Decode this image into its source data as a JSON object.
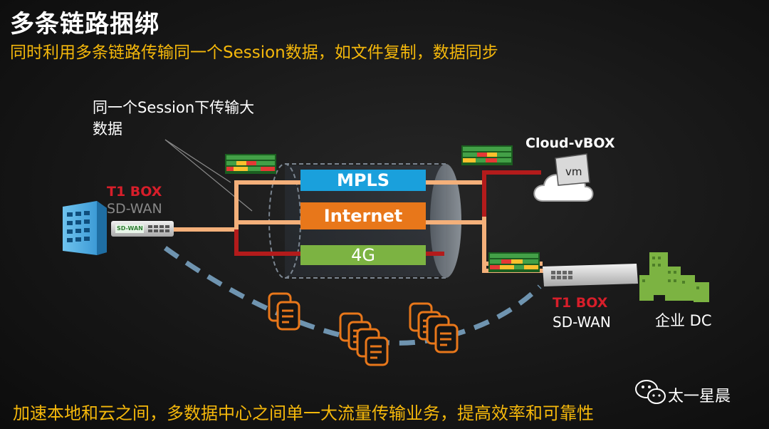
{
  "title": "多条链路捆绑",
  "subtitle": "同时利用多条链路传输同一个Session数据，如文件复制，数据同步",
  "note": "同一个Session下传输大数据",
  "left_box": {
    "name": "T1 BOX",
    "sub": "SD-WAN",
    "device_label": "SD-WAN"
  },
  "right_box": {
    "name": "T1 BOX",
    "sub": "SD-WAN"
  },
  "paths": [
    {
      "label": "MPLS",
      "color": "#1aa0dc"
    },
    {
      "label": "Internet",
      "color": "#e8771a"
    },
    {
      "label": "4G",
      "color": "#7cb342"
    }
  ],
  "cloud": {
    "label": "Cloud-vBOX",
    "vm": "vm"
  },
  "datacenter": {
    "label": "企业 DC"
  },
  "footer": "加速本地和云之间，多数据中心之间单一大流量传输业务，提高效率和可靠性",
  "brand": "太一星晨",
  "colors": {
    "accent": "#f5b80b",
    "brand_red": "#d71e2a",
    "link_orange": "#f4b07a",
    "link_red": "#b31b1b",
    "dashed": "#6f94b0"
  },
  "icons": [
    "building-icon",
    "sdwan-router-icon",
    "cloud-icon",
    "server-icon",
    "file-icon",
    "city-icon",
    "wechat-icon",
    "packet-stack-icon"
  ]
}
